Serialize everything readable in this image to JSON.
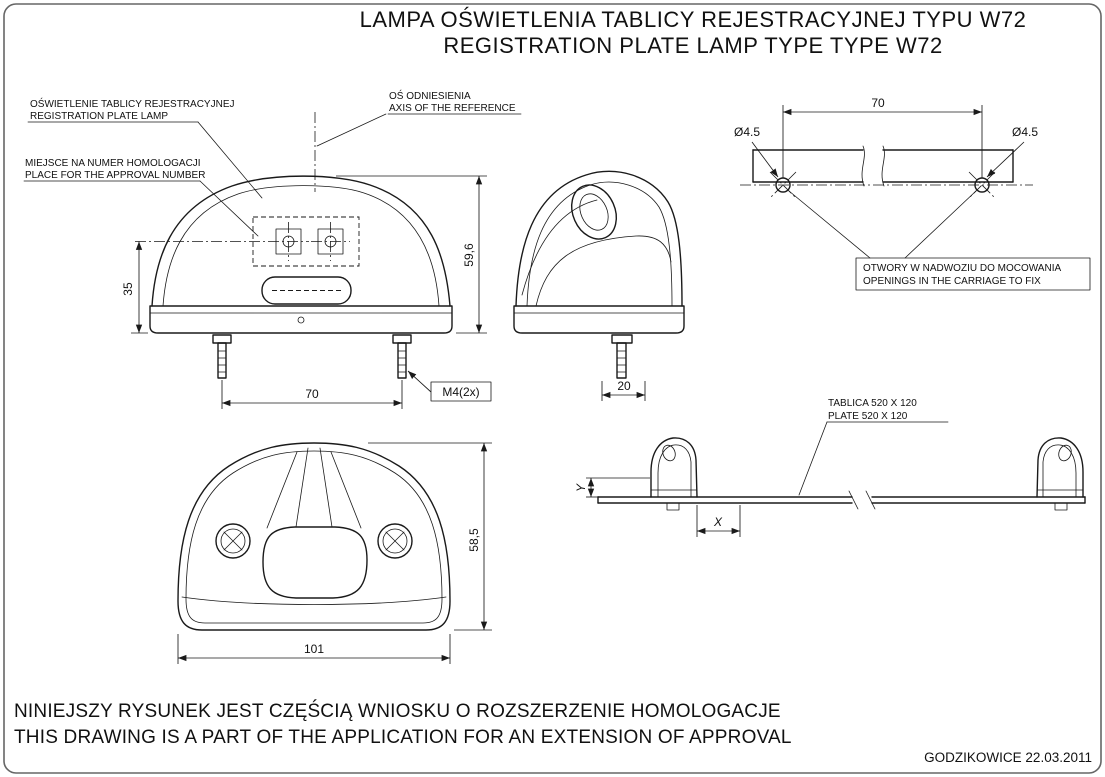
{
  "page": {
    "title_line1": "LAMPA OŚWIETLENIA TABLICY REJESTRACYJNEJ TYPU W72",
    "title_line2": "REGISTRATION PLATE LAMP TYPE TYPE W72"
  },
  "callouts": {
    "reference_axis_pl": "OŚ ODNIESIENIA",
    "reference_axis_en": "AXIS OF THE REFERENCE",
    "lamp_pl": "OŚWIETLENIE TABLICY REJESTRACYJNEJ",
    "lamp_en": "REGISTRATION PLATE LAMP",
    "approval_pl": "MIEJSCE NA NUMER HOMOLOGACJI",
    "approval_en": "PLACE FOR THE APPROVAL NUMBER",
    "openings_pl": "OTWORY W NADWOZIU DO MOCOWANIA",
    "openings_en": "OPENINGS IN THE CARRIAGE TO FIX",
    "plate_pl": "TABLICA 520 X 120",
    "plate_en": "PLATE 520 X 120"
  },
  "dimensions": {
    "hole_spacing": "70",
    "hole_diameter_left": "Ø4.5",
    "hole_diameter_right": "Ø4.5",
    "lamp_height": "59,6",
    "screw_axis_height": "35",
    "bolt_spacing": "70",
    "bolt_thread": "M4(2x)",
    "bolt_offset": "20",
    "front_height": "58,5",
    "front_width": "101",
    "plate_x": "X",
    "plate_y": "Y"
  },
  "footer": {
    "note_pl": "NINIEJSZY RYSUNEK JEST CZĘŚCIĄ WNIOSKU O ROZSZERZENIE HOMOLOGACJE",
    "note_en": "THIS DRAWING IS A PART OF THE APPLICATION FOR AN EXTENSION OF APPROVAL",
    "place_date": "GODZIKOWICE  22.03.2011"
  },
  "colors": {
    "line": "#1a1a1a",
    "background": "#ffffff"
  }
}
